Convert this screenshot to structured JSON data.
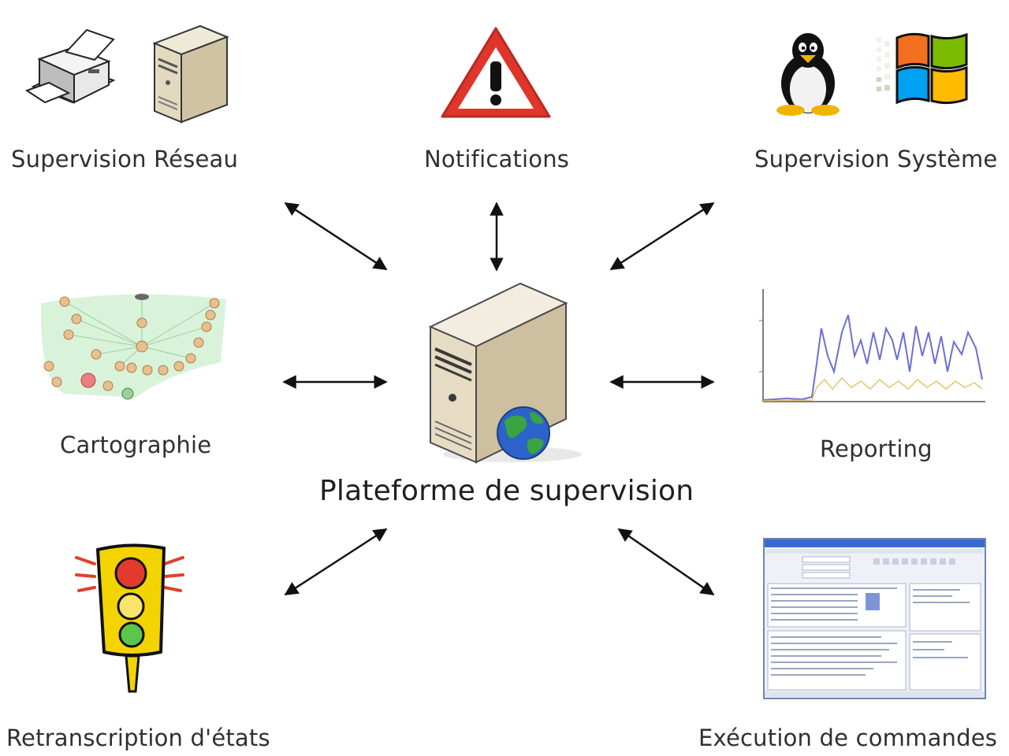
{
  "center": {
    "label": "Plateforme de supervision"
  },
  "modules": {
    "network": {
      "label": "Supervision Réseau"
    },
    "notifications": {
      "label": "Notifications"
    },
    "system": {
      "label": "Supervision Système"
    },
    "mapping": {
      "label": "Cartographie"
    },
    "reporting": {
      "label": "Reporting"
    },
    "states": {
      "label": "Retranscription d'états"
    },
    "commands": {
      "label": "Exécution de commandes"
    }
  },
  "colors": {
    "arrow": "#111111",
    "server_body": "#e6dcc3",
    "warning_red": "#e0352b",
    "traffic_yellow": "#f3d400",
    "globe_blue": "#2c63c9",
    "globe_green": "#3aa540",
    "chart_series_1": "#6b6fd6",
    "chart_series_2": "#e6c46a"
  },
  "icons": {
    "network": [
      "printer-icon",
      "server-tower-icon"
    ],
    "notifications": [
      "warning-triangle-icon"
    ],
    "system": [
      "linux-penguin-icon",
      "windows-logo-icon"
    ],
    "mapping": [
      "network-map-icon"
    ],
    "reporting": [
      "line-chart-thumbnail-icon"
    ],
    "states": [
      "traffic-light-icon"
    ],
    "commands": [
      "application-window-screenshot-icon"
    ],
    "center": [
      "server-with-globe-icon"
    ]
  }
}
